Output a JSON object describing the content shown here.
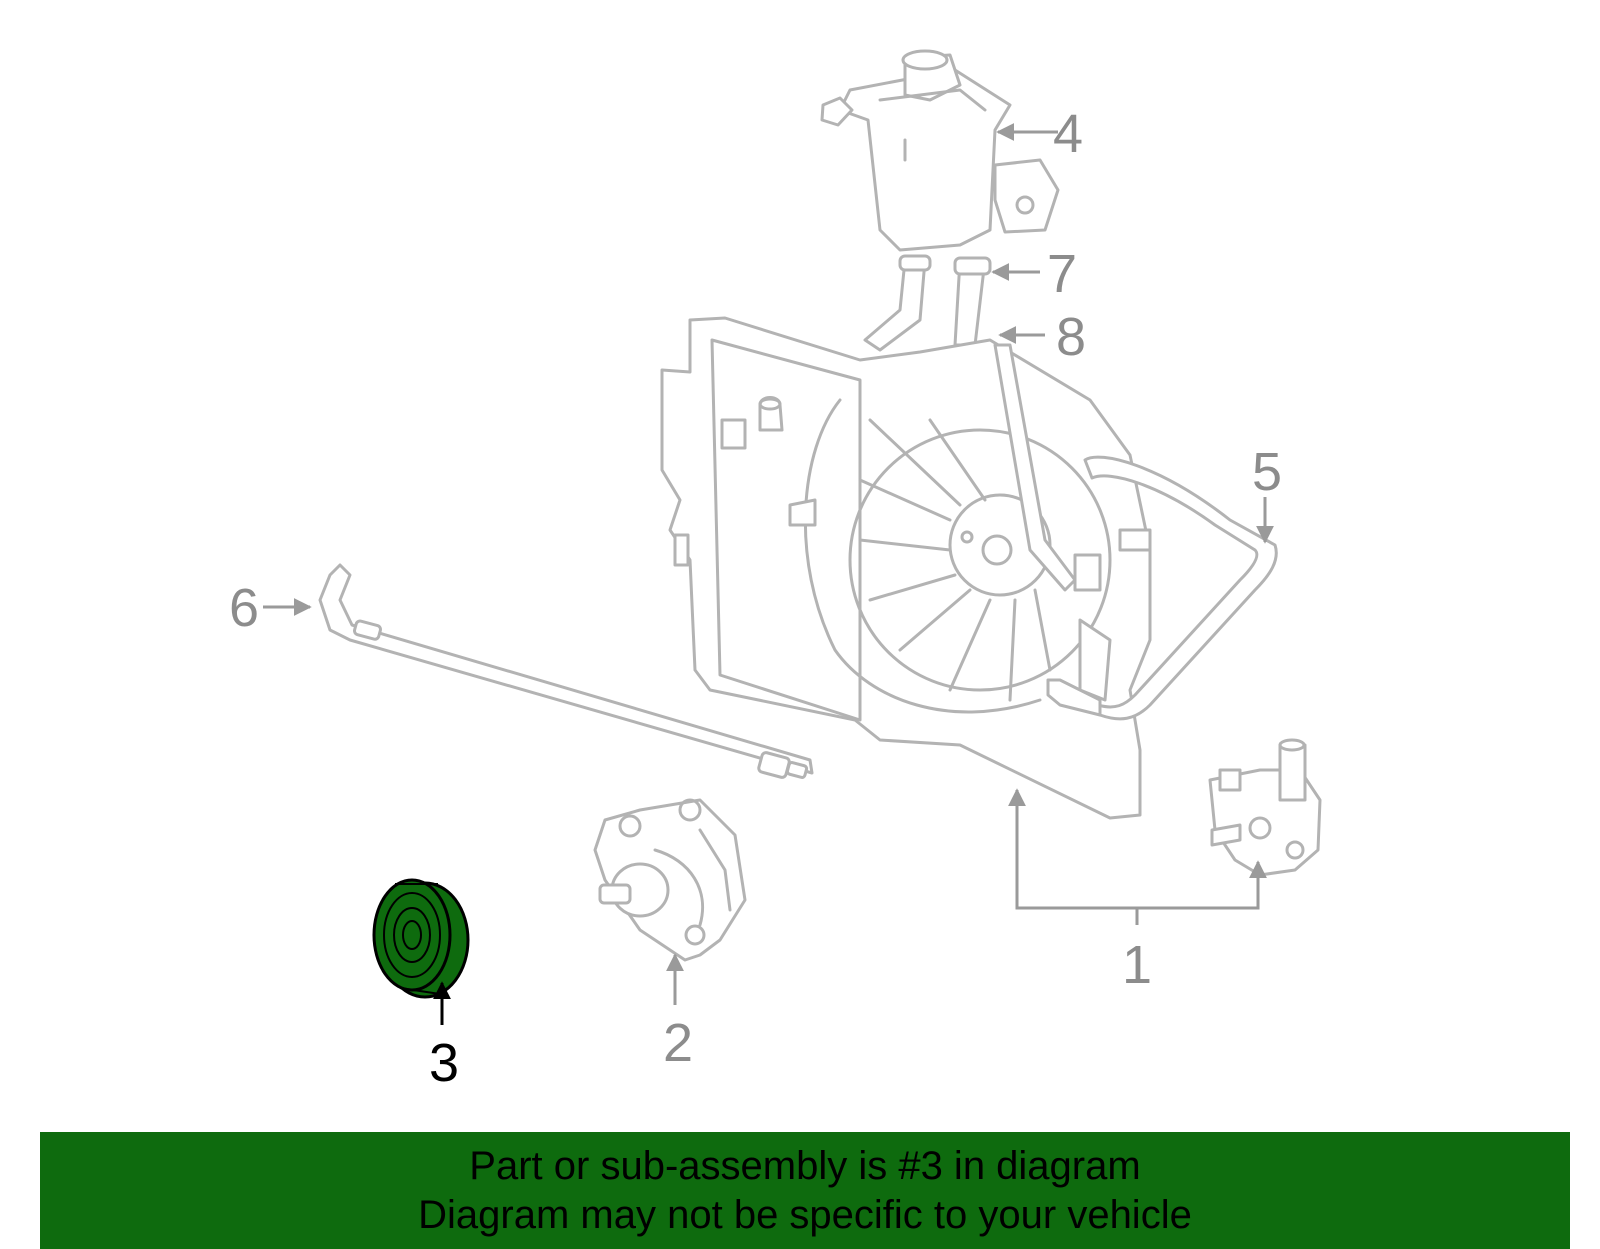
{
  "diagram": {
    "callouts": {
      "c1": "1",
      "c2": "2",
      "c3": "3",
      "c4": "4",
      "c5": "5",
      "c6": "6",
      "c7": "7",
      "c8": "8"
    },
    "highlighted_part": "3",
    "colors": {
      "highlight_fill": "#0e6b0e",
      "line_art": "#b3b3b3",
      "banner_background": "#0e6b0e"
    }
  },
  "banner": {
    "line1": "Part or sub-assembly is #3 in diagram",
    "line2": "Diagram may not be specific to your vehicle"
  }
}
